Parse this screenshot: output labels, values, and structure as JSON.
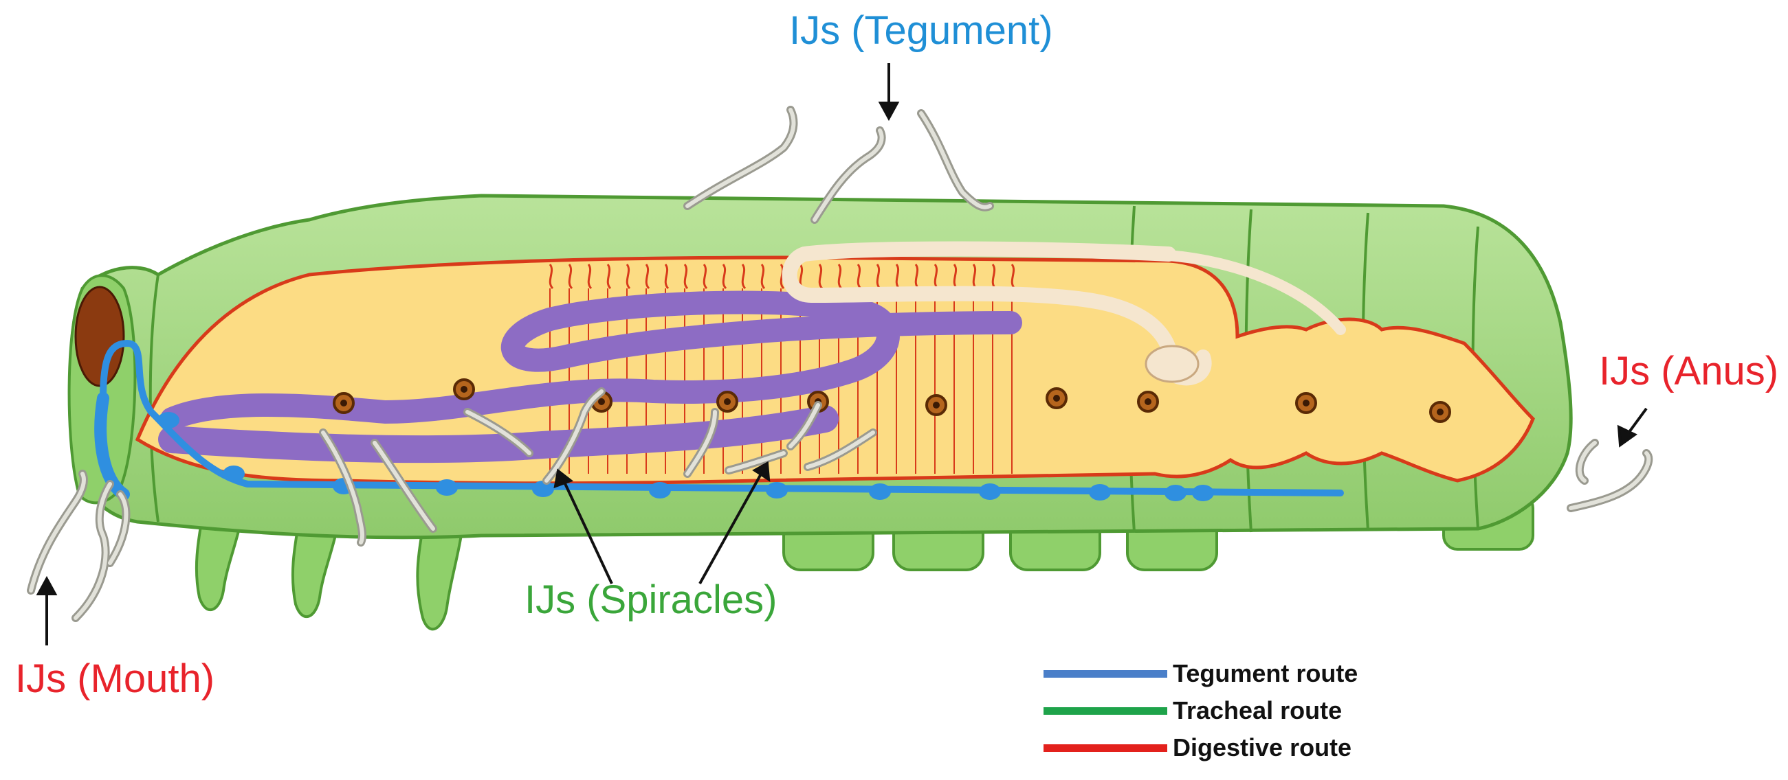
{
  "labels": {
    "tegument": "IJs (Tegument)",
    "mouth": "IJs (Mouth)",
    "spiracles": "IJs (Spiracles)",
    "anus": "IJs (Anus)"
  },
  "legend": [
    {
      "label": "Tegument route",
      "color": "#4a7fc9"
    },
    {
      "label": "Tracheal route",
      "color": "#1ea34a"
    },
    {
      "label": "Digestive route",
      "color": "#e3211c"
    }
  ],
  "colors": {
    "body": "#a9d88a",
    "body_dark": "#5caa3e",
    "gut": "#fcdc84",
    "gut_outline": "#d83a1a",
    "malpighian": "#8d6cc4",
    "nerve": "#2f8fe0",
    "trachea_spot": "#b5651d",
    "head_eye": "#8b3a10",
    "nematode": "#c8c8c0"
  }
}
